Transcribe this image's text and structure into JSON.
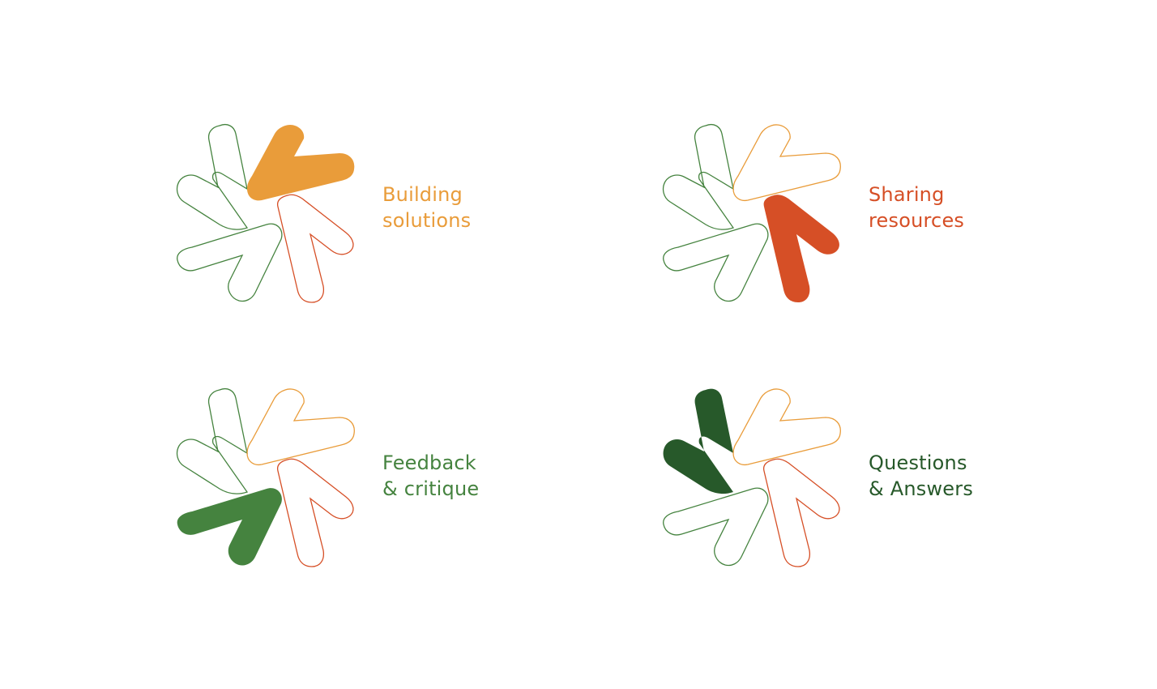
{
  "colors": {
    "orange": "#E99C3A",
    "red": "#D64F26",
    "green": "#45833F",
    "dark_green": "#27592A",
    "outline_green": "#45833F",
    "outline_orange": "#E99C3A",
    "outline_red": "#D64F26"
  },
  "items": [
    {
      "line1": "Building",
      "line2": "solutions",
      "highlight": "top-right-arrow",
      "highlight_color": "#E99C3A",
      "text_color": "#E99C3A"
    },
    {
      "line1": "Sharing",
      "line2": "resources",
      "highlight": "bottom-right-arrow",
      "highlight_color": "#D64F26",
      "text_color": "#D64F26"
    },
    {
      "line1": "Feedback",
      "line2": "& critique",
      "highlight": "bottom-left-arrow",
      "highlight_color": "#45833F",
      "text_color": "#45833F"
    },
    {
      "line1": "Questions",
      "line2": "& Answers",
      "highlight": "top-left-arrow",
      "highlight_color": "#27592A",
      "text_color": "#27592A"
    }
  ]
}
